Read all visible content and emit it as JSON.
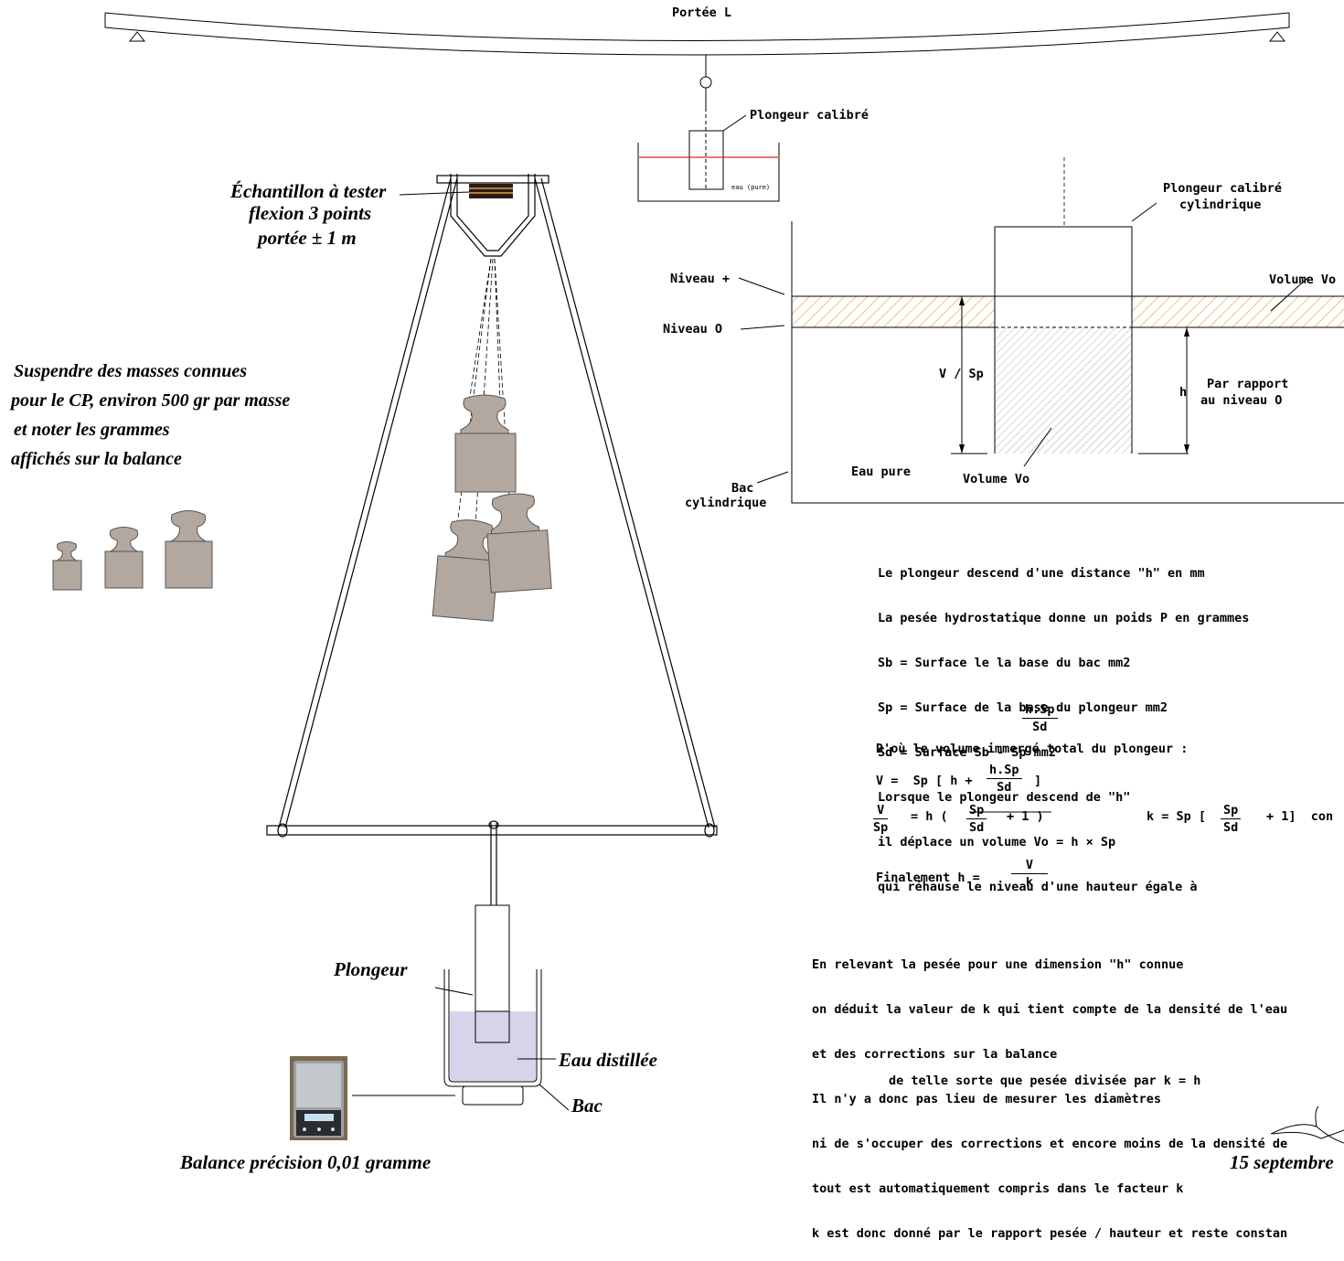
{
  "top": {
    "span_label": "Portée L",
    "diver_label": "Plongeur calibré",
    "small_water": "eau (pure)"
  },
  "left": {
    "sample_label": "Échantillon à tester",
    "sample_line2": "flexion 3 points",
    "sample_line3": "portée  ± 1 m",
    "instruction_lines": [
      "Suspendre des masses connues",
      "pour le CP,  environ 500 gr par masse",
      "et noter les grammes",
      "affichés sur la balance"
    ],
    "diver": "Plongeur",
    "water": "Eau distillée",
    "tank": "Bac",
    "scale": "Balance précision 0,01 gramme"
  },
  "detail": {
    "diver_title_1": "Plongeur calibré",
    "diver_title_2": "cylindrique",
    "volume_top": "Volume Vo",
    "level_plus": "Niveau +",
    "level_zero": "Niveau O",
    "v_sp": "V / Sp",
    "h": "h",
    "h_ref_1": "Par rapport",
    "h_ref_2": "au niveau O",
    "tank_1": "Bac",
    "tank_2": "cylindrique",
    "water": "Eau pure",
    "volume_bottom": "Volume Vo"
  },
  "notes": [
    "Le plongeur descend d'une distance \"h\" en mm",
    "La pesée hydrostatique donne un poids P en grammes",
    "Sb = Surface le la base du bac mm2",
    "Sp = Surface de la base du plongeur mm2",
    "Sd = Surface Sb - Sp mm2",
    "Lorsque le plongeur descend de \"h\"",
    "il déplace un volume Vo = h × Sp",
    "qui réhause le niveau d'une hauteur égale à"
  ],
  "formulas": {
    "frac1_num": "h.Sp",
    "frac1_den": "Sd",
    "immersed": "D'où le volume immergé total du plongeur :",
    "v_eq": "V =  Sp [ h +",
    "frac2_num": "h.Sp",
    "frac2_den": "Sd",
    "bracket": "]",
    "frac3_num": "V",
    "frac3_den": "Sp",
    "eq_h": "= h (",
    "frac4_num": "Sp",
    "frac4_den": "Sd",
    "plus1": "+ 1 )",
    "k_eq": "k = Sp [",
    "frac5_num": "Sp",
    "frac5_den": "Sd",
    "plus1b": "+ 1]  con",
    "final": "Finalement h =",
    "frac6_num": "V",
    "frac6_den": "k"
  },
  "conclusion": [
    "En relevant la pesée pour une dimension \"h\" connue",
    "on déduit la valeur de k qui tient compte de la densité de l'eau",
    "et des corrections sur la balance",
    "Il n'y a donc pas lieu de mesurer les diamètres",
    "ni de s'occuper des corrections et encore moins de la densité de",
    "tout est automatiquement compris dans le facteur k",
    "k est donc donné par le rapport pesée / hauteur et reste constan"
  ],
  "conclusion_last": "de telle sorte que pesée divisée par k = h",
  "date": "15 septembre",
  "colors": {
    "hatch": "#e8a04a",
    "weight": "#b3a89f",
    "water_fill": "#d6d3ea",
    "red_line": "#e0262a"
  }
}
